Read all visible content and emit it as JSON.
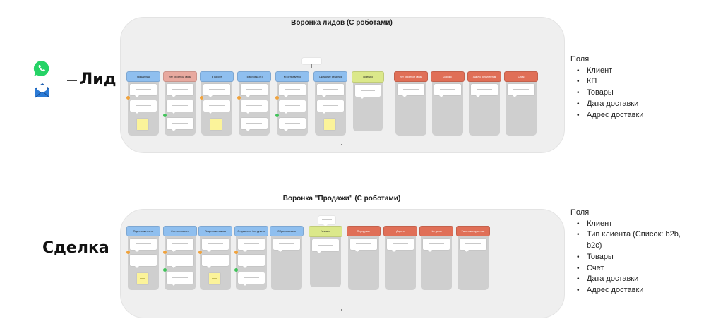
{
  "lead": {
    "label": "Лид",
    "board_title": "Воронка лидов (С роботами)",
    "stages": [
      {
        "name": "Новый лид",
        "color": "blue"
      },
      {
        "name": "Нет обратной связи",
        "color": "pink"
      },
      {
        "name": "В работе",
        "color": "blue"
      },
      {
        "name": "Подготовка КП",
        "color": "blue"
      },
      {
        "name": "КП отправлено",
        "color": "blue"
      },
      {
        "name": "Ожидание решения",
        "color": "blue"
      },
      {
        "name": "Успешно",
        "color": "green"
      },
      {
        "name": "Нет обратной связи",
        "color": "red"
      },
      {
        "name": "Дорого",
        "color": "red"
      },
      {
        "name": "Ушел к конкурентам",
        "color": "red"
      },
      {
        "name": "Спам",
        "color": "red"
      }
    ],
    "fields_title": "Поля",
    "fields": [
      "Клиент",
      "КП",
      "Товары",
      "Дата доставки",
      "Адрес доставки"
    ]
  },
  "deal": {
    "label": "Сделка",
    "board_title": "Воронка \"Продажи\" (С роботами)",
    "stages": [
      {
        "name": "Подготовка счета",
        "color": "blue"
      },
      {
        "name": "Счет отправлен",
        "color": "blue"
      },
      {
        "name": "Подготовка заказа",
        "color": "blue"
      },
      {
        "name": "Отправлено / отгружено",
        "color": "blue"
      },
      {
        "name": "Обратная связь",
        "color": "blue"
      },
      {
        "name": "Успешно",
        "color": "green"
      },
      {
        "name": "Передумал",
        "color": "red"
      },
      {
        "name": "Дорого",
        "color": "red"
      },
      {
        "name": "Нет денег",
        "color": "red"
      },
      {
        "name": "Ушел к конкурентам",
        "color": "red"
      }
    ],
    "fields_title": "Поля",
    "fields": [
      "Клиент",
      "Тип клиента (Список: b2b,",
      "b2c)",
      "Товары",
      "Счет",
      "Дата доставки",
      "Адрес доставки"
    ]
  },
  "colors": {
    "board": "#efefef",
    "column": "#cfcfcf",
    "blue": "#8fbfef",
    "pink": "#e8a99f",
    "green": "#dbe88a",
    "red": "#e06f57",
    "whatsapp": "#25d366",
    "mail": "#2c7bd6"
  },
  "icons": {
    "whatsapp": "whatsapp-icon",
    "mail": "mail-icon"
  }
}
